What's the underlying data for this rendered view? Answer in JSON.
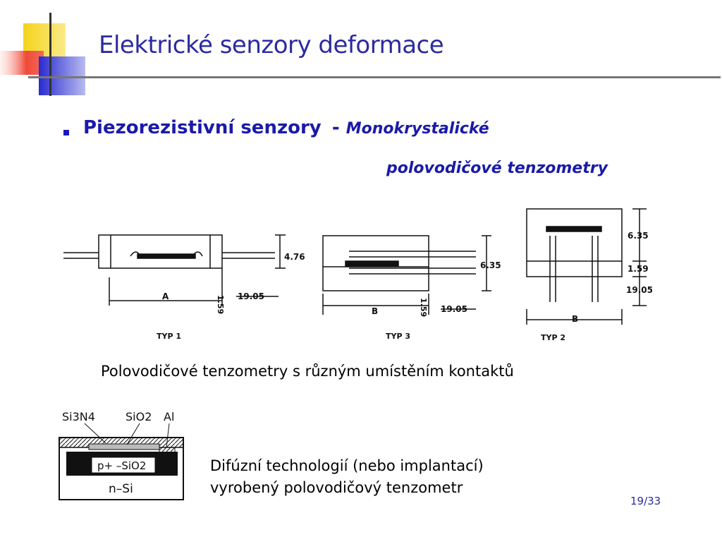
{
  "slide": {
    "title": "Elektrické senzory deformace",
    "heading_bold": "Piezorezistivní senzory",
    "heading_dash": "-",
    "heading_italic_1": "Monokrystalické",
    "heading_italic_2": "polovodičové tenzometry",
    "caption_types": "Polovodičové tenzometry s různým umístěním kontaktů",
    "caption_diffusion_line1": "Difúzní technologií (nebo implantací)",
    "caption_diffusion_line2": "vyrobený polovodičový tenzometr",
    "page_number": "19/33"
  },
  "figure_types": {
    "typ1": {
      "label": "TYP 1",
      "dim_a": "A",
      "dim_height": "4.76",
      "dim_thickness": "1.59",
      "dim_lead": "19.05"
    },
    "typ3": {
      "label": "TYP 3",
      "dim_b": "B",
      "dim_height": "6.35",
      "dim_thickness": "1.59",
      "dim_lead": "19.05"
    },
    "typ2": {
      "label": "TYP 2",
      "dim_b": "B",
      "dim_height": "6.35",
      "dim_thickness": "1.59",
      "dim_lead": "19.05"
    }
  },
  "figure_diffusion": {
    "label_si3n4": "Si3N4",
    "label_sio2": "SiO2",
    "label_al": "Al",
    "label_p_sio2": "p+ –SiO2",
    "label_nsi": "n–Si"
  },
  "colors": {
    "title": "#2b2b9e",
    "heading": "#1a1aa8",
    "deco_yellow": "#f7e14a",
    "deco_red": "#f04a3a",
    "deco_blue": "#2a2ad0"
  }
}
